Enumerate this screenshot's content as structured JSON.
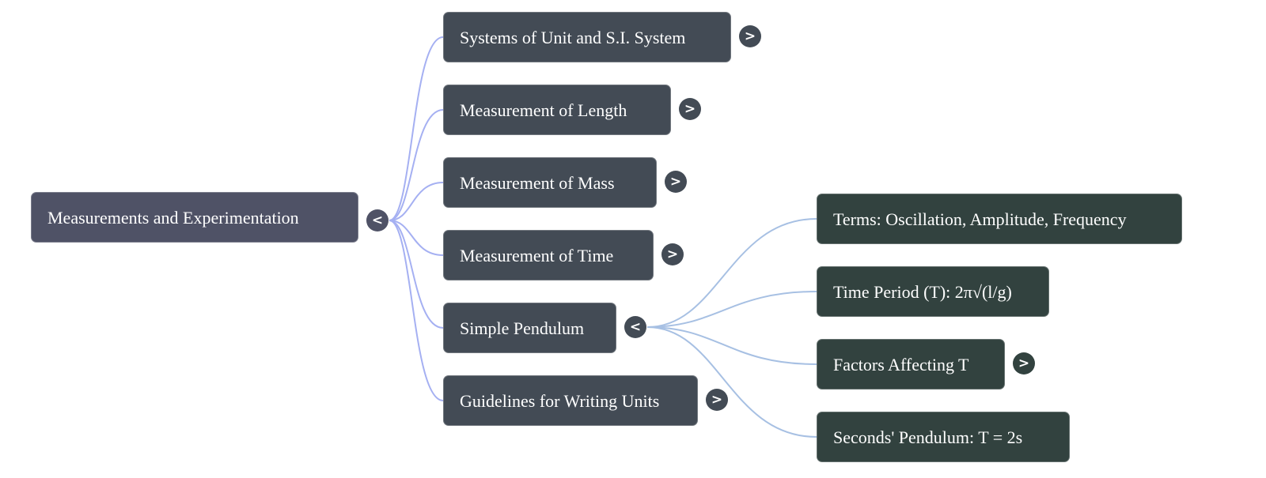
{
  "colors": {
    "root_link": "#a5b0f2",
    "child_link": "#a7c0e3",
    "root_node": "#4f5266",
    "level1_node": "#434b55",
    "level2_node": "#32423f"
  },
  "mindmap": {
    "root": {
      "label": "Measurements and Experimentation",
      "toggle": "<",
      "toggle_icon": "collapse-chevron-left-icon"
    },
    "children": [
      {
        "label": "Systems of Unit and S.I. System",
        "toggle": ">",
        "toggle_icon": "expand-chevron-right-icon"
      },
      {
        "label": "Measurement of Length",
        "toggle": ">",
        "toggle_icon": "expand-chevron-right-icon"
      },
      {
        "label": "Measurement of Mass",
        "toggle": ">",
        "toggle_icon": "expand-chevron-right-icon"
      },
      {
        "label": "Measurement of Time",
        "toggle": ">",
        "toggle_icon": "expand-chevron-right-icon"
      },
      {
        "label": "Simple Pendulum",
        "toggle": "<",
        "toggle_icon": "collapse-chevron-left-icon",
        "children": [
          {
            "label": "Terms: Oscillation, Amplitude, Frequency"
          },
          {
            "label": "Time Period (T): 2π√(l/g)"
          },
          {
            "label": "Factors Affecting T",
            "toggle": ">",
            "toggle_icon": "expand-chevron-right-icon"
          },
          {
            "label": "Seconds' Pendulum: T = 2s"
          }
        ]
      },
      {
        "label": "Guidelines for Writing Units",
        "toggle": ">",
        "toggle_icon": "expand-chevron-right-icon"
      }
    ]
  }
}
